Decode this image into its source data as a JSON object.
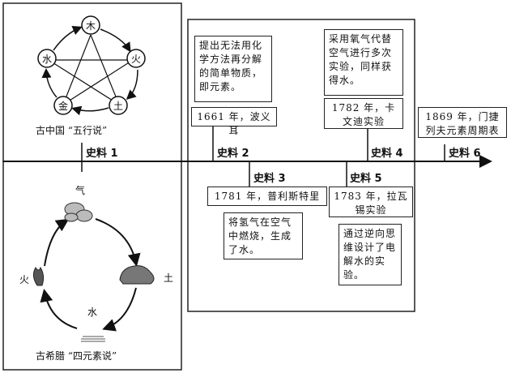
{
  "china": {
    "elements": {
      "wood": "木",
      "fire": "火",
      "earth": "土",
      "metal": "金",
      "water": "水"
    },
    "caption": "古中国 “五行说”"
  },
  "greece": {
    "elements": {
      "air": "气",
      "earth": "土",
      "water": "水",
      "fire": "火"
    },
    "caption": "古希腊 “四元素说”"
  },
  "timeline": {
    "labels": [
      "史料 1",
      "史料 2",
      "史料 3",
      "史料 4",
      "史料 5",
      "史料 6"
    ],
    "box_1661_desc": "提出无法用化学方法再分解的简单物质，即元素。",
    "box_1661_year": "1661 年，波义耳",
    "box_1782_desc": "采用氧气代替空气进行多次实验，同样获得水。",
    "box_1782_year": "1782 年，卡文迪实验",
    "box_1869": "1869 年，门捷列夫元素周期表",
    "box_1781_year": "1781 年，普利斯特里",
    "box_1781_desc": "将氢气在空气中燃烧，生成了水。",
    "box_1783_year": "1783 年，拉瓦锡实验",
    "box_1783_desc": "通过逆向思维设计了电解水的实验。"
  }
}
